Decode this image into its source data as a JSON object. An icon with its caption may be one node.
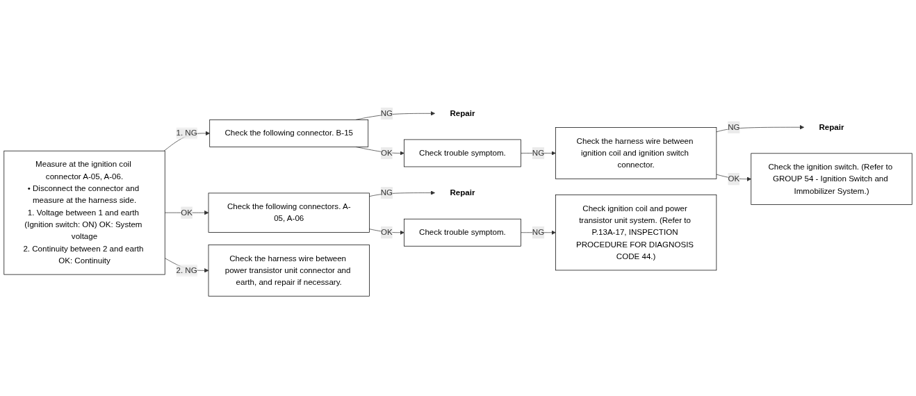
{
  "diagram": {
    "nodes": [
      {
        "text": [
          "Measure at the ignition coil connector A-05, A-06.",
          "• Disconnect the connector and measure at the harness side.",
          "1. Voltage between 1 and earth (Ignition switch: ON) OK: System voltage",
          "2. Continuity between 2 and earth OK: Continuity"
        ]
      },
      {
        "text": [
          "Check the following connector. B-15"
        ]
      },
      {
        "text": [
          "Repair"
        ]
      },
      {
        "text": [
          "Check trouble symptom."
        ]
      },
      {
        "text": [
          "Check the harness wire between ignition coil and ignition switch connector."
        ]
      },
      {
        "text": [
          "Repair"
        ]
      },
      {
        "text": [
          "Check the ignition switch. (Refer to GROUP 54 - Ignition Switch and Immobilizer System.)"
        ]
      },
      {
        "text": [
          "Check the following connectors. A-05, A-06"
        ]
      },
      {
        "text": [
          "Repair"
        ]
      },
      {
        "text": [
          "Check the harness wire between power transistor unit connector and earth, and repair if necessary."
        ]
      },
      {
        "text": [
          "Check trouble symptom."
        ]
      },
      {
        "text": [
          "Check ignition coil and power transistor unit system. (Refer to P.13A-17, INSPECTION PROCEDURE FOR DIAGNOSIS CODE 44.)"
        ]
      }
    ],
    "edges": [
      {
        "from": 0,
        "to": 1,
        "arrow": "to",
        "label": "1. NG"
      },
      {
        "from": 1,
        "to": 2,
        "arrow": "to",
        "label": "NG"
      },
      {
        "from": 1,
        "to": 3,
        "arrow": "to",
        "label": "OK"
      },
      {
        "from": 3,
        "to": 4,
        "arrow": "to",
        "label": "NG"
      },
      {
        "from": 4,
        "to": 5,
        "arrow": "to",
        "label": "NG"
      },
      {
        "from": 4,
        "to": 6,
        "arrow": "to",
        "label": "OK"
      },
      {
        "from": 0,
        "to": 9,
        "arrow": "to",
        "label": "2. NG"
      },
      {
        "from": 0,
        "to": 7,
        "arrow": "to",
        "label": "OK"
      },
      {
        "from": 7,
        "to": 8,
        "arrow": "to",
        "label": "NG"
      },
      {
        "from": 7,
        "to": 10,
        "arrow": "to",
        "label": "OK"
      },
      {
        "from": 10,
        "to": 11,
        "arrow": "to",
        "label": "NG"
      }
    ]
  }
}
